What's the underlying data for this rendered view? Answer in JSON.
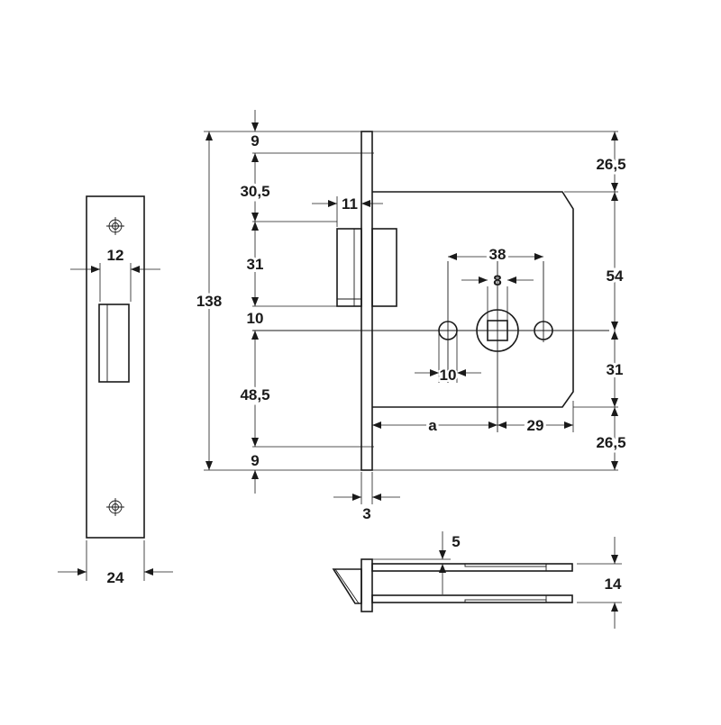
{
  "colors": {
    "line": "#1a1a1a",
    "background": "#ffffff"
  },
  "faceplate": {
    "width": "24",
    "hole_spacing": "12"
  },
  "left_side": {
    "overall_height": "138",
    "top_offset": "9",
    "to_latch": "30,5",
    "latch_height": "31",
    "latch_gap": "10",
    "lower_run": "48,5",
    "bottom_offset": "9"
  },
  "latch_projection": "11",
  "forend_thickness": "3",
  "right_side": {
    "top": "26,5",
    "middle": "54",
    "lower": "31",
    "bottom": "26,5"
  },
  "spindle": {
    "hole_spacing": "38",
    "square": "8",
    "hole_diameter": "10",
    "backset": "a",
    "edge_distance": "29"
  },
  "section": {
    "offset": "5",
    "depth": "14"
  }
}
